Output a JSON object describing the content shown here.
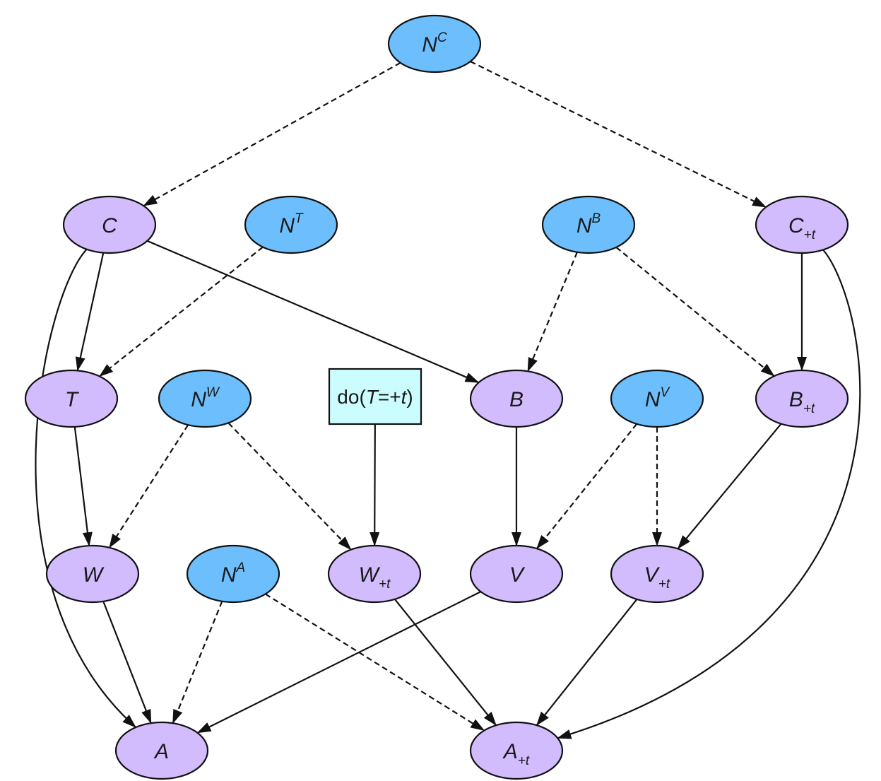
{
  "diagram": {
    "type": "causal-graph",
    "colors": {
      "endogenous_fill": "#d2bcfd",
      "noise_fill": "#6cbffc",
      "intervention_fill": "#ccfdfe",
      "stroke": "#111111",
      "background": "#ffffff"
    },
    "intervention": {
      "id": "do",
      "label_prefix": "do(",
      "label_var": "T",
      "label_eq": "=+",
      "label_val": "t",
      "label_suffix": ")"
    },
    "nodes": [
      {
        "id": "NC",
        "kind": "noise",
        "base": "N",
        "sup": "C",
        "sub": ""
      },
      {
        "id": "C",
        "kind": "endogenous",
        "base": "C",
        "sup": "",
        "sub": ""
      },
      {
        "id": "NT",
        "kind": "noise",
        "base": "N",
        "sup": "T",
        "sub": ""
      },
      {
        "id": "NB",
        "kind": "noise",
        "base": "N",
        "sup": "B",
        "sub": ""
      },
      {
        "id": "Ct",
        "kind": "endogenous",
        "base": "C",
        "sup": "",
        "sub": "+t"
      },
      {
        "id": "T",
        "kind": "endogenous",
        "base": "T",
        "sup": "",
        "sub": ""
      },
      {
        "id": "NW",
        "kind": "noise",
        "base": "N",
        "sup": "W",
        "sub": ""
      },
      {
        "id": "B",
        "kind": "endogenous",
        "base": "B",
        "sup": "",
        "sub": ""
      },
      {
        "id": "NV",
        "kind": "noise",
        "base": "N",
        "sup": "V",
        "sub": ""
      },
      {
        "id": "Bt",
        "kind": "endogenous",
        "base": "B",
        "sup": "",
        "sub": "+t"
      },
      {
        "id": "W",
        "kind": "endogenous",
        "base": "W",
        "sup": "",
        "sub": ""
      },
      {
        "id": "NA",
        "kind": "noise",
        "base": "N",
        "sup": "A",
        "sub": ""
      },
      {
        "id": "Wt",
        "kind": "endogenous",
        "base": "W",
        "sup": "",
        "sub": "+t"
      },
      {
        "id": "V",
        "kind": "endogenous",
        "base": "V",
        "sup": "",
        "sub": ""
      },
      {
        "id": "Vt",
        "kind": "endogenous",
        "base": "V",
        "sup": "",
        "sub": "+t"
      },
      {
        "id": "A",
        "kind": "endogenous",
        "base": "A",
        "sup": "",
        "sub": ""
      },
      {
        "id": "At",
        "kind": "endogenous",
        "base": "A",
        "sup": "",
        "sub": "+t"
      }
    ],
    "edges": [
      {
        "from": "NC",
        "to": "C",
        "style": "dashed"
      },
      {
        "from": "NC",
        "to": "Ct",
        "style": "dashed"
      },
      {
        "from": "C",
        "to": "T",
        "style": "solid"
      },
      {
        "from": "C",
        "to": "B",
        "style": "solid"
      },
      {
        "from": "C",
        "to": "A",
        "style": "solid"
      },
      {
        "from": "NT",
        "to": "T",
        "style": "dashed"
      },
      {
        "from": "NB",
        "to": "B",
        "style": "dashed"
      },
      {
        "from": "NB",
        "to": "Bt",
        "style": "dashed"
      },
      {
        "from": "Ct",
        "to": "Bt",
        "style": "solid"
      },
      {
        "from": "Ct",
        "to": "At",
        "style": "solid"
      },
      {
        "from": "T",
        "to": "W",
        "style": "solid"
      },
      {
        "from": "NW",
        "to": "W",
        "style": "dashed"
      },
      {
        "from": "NW",
        "to": "Wt",
        "style": "dashed"
      },
      {
        "from": "do",
        "to": "Wt",
        "style": "solid"
      },
      {
        "from": "B",
        "to": "V",
        "style": "solid"
      },
      {
        "from": "NV",
        "to": "V",
        "style": "dashed"
      },
      {
        "from": "NV",
        "to": "Vt",
        "style": "dashed"
      },
      {
        "from": "Bt",
        "to": "Vt",
        "style": "solid"
      },
      {
        "from": "W",
        "to": "A",
        "style": "solid"
      },
      {
        "from": "NA",
        "to": "A",
        "style": "dashed"
      },
      {
        "from": "NA",
        "to": "At",
        "style": "dashed"
      },
      {
        "from": "Wt",
        "to": "At",
        "style": "solid"
      },
      {
        "from": "V",
        "to": "A",
        "style": "solid"
      },
      {
        "from": "Vt",
        "to": "At",
        "style": "solid"
      }
    ]
  }
}
